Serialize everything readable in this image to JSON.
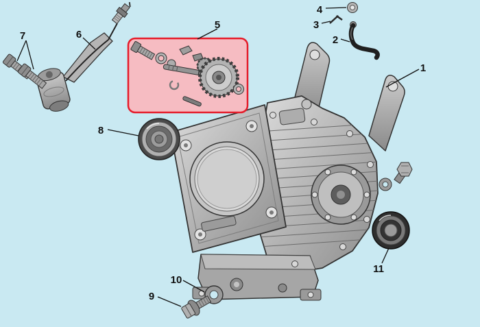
{
  "colors": {
    "bg": "#c9e9f2",
    "highlight-fill": "#f6bcc2",
    "highlight-stroke": "#e51c2a",
    "line": "#101010"
  },
  "highlighted_callout": "5",
  "callouts": [
    {
      "number": "1"
    },
    {
      "number": "2"
    },
    {
      "number": "3"
    },
    {
      "number": "4"
    },
    {
      "number": "5"
    },
    {
      "number": "6"
    },
    {
      "number": "7"
    },
    {
      "number": "8"
    },
    {
      "number": "9"
    },
    {
      "number": "10"
    },
    {
      "number": "11"
    }
  ]
}
